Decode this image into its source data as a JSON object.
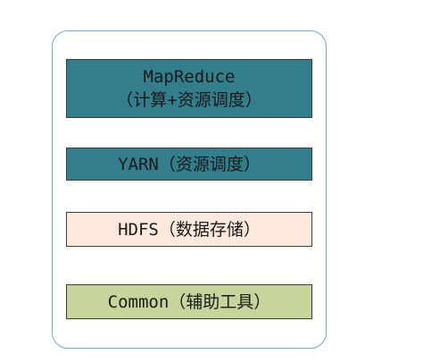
{
  "colors": {
    "container_border": "#6fa9bd",
    "mapreduce_fill": "#347d8c",
    "yarn_fill": "#347d8c",
    "hdfs_fill": "#fde8dc",
    "common_fill": "#c6d59c",
    "dark_text": "#1a1a1a",
    "box_border": "#3d3d3d"
  },
  "layers": {
    "mapreduce": {
      "line1": "MapReduce",
      "line2": "（计算+资源调度）"
    },
    "yarn": {
      "label": "YARN（资源调度）"
    },
    "hdfs": {
      "label": "HDFS（数据存储）"
    },
    "common": {
      "label": "Common（辅助工具）"
    }
  }
}
